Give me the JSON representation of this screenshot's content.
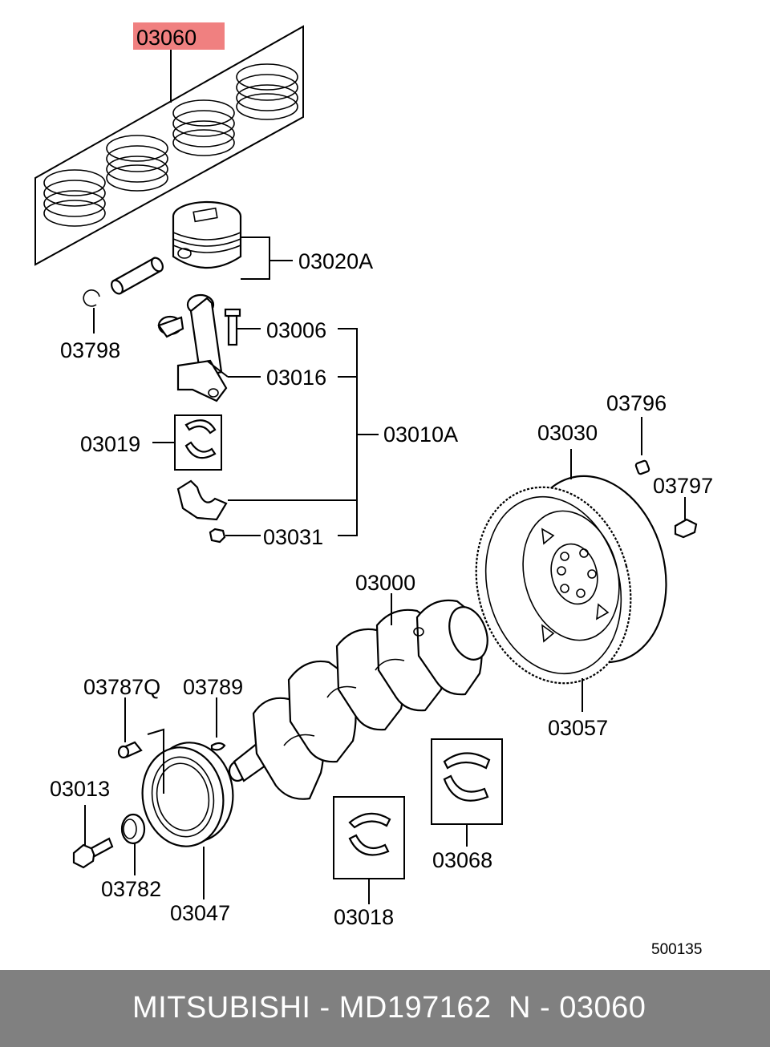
{
  "highlight_color": "#f08080",
  "footer_color": "#808080",
  "callouts": {
    "c03060": "03060",
    "c03020A": "03020A",
    "c03798": "03798",
    "c03006": "03006",
    "c03016": "03016",
    "c03010A": "03010A",
    "c03019": "03019",
    "c03031": "03031",
    "c03796": "03796",
    "c03030": "03030",
    "c03797": "03797",
    "c03000": "03000",
    "c03787Q": "03787Q",
    "c03789": "03789",
    "c03013": "03013",
    "c03782": "03782",
    "c03047": "03047",
    "c03018": "03018",
    "c03068": "03068",
    "c03057": "03057"
  },
  "diagram_id": "500135",
  "footer": {
    "brand_part": "MITSUBISHI - MD197162",
    "ref": "N - 03060"
  }
}
